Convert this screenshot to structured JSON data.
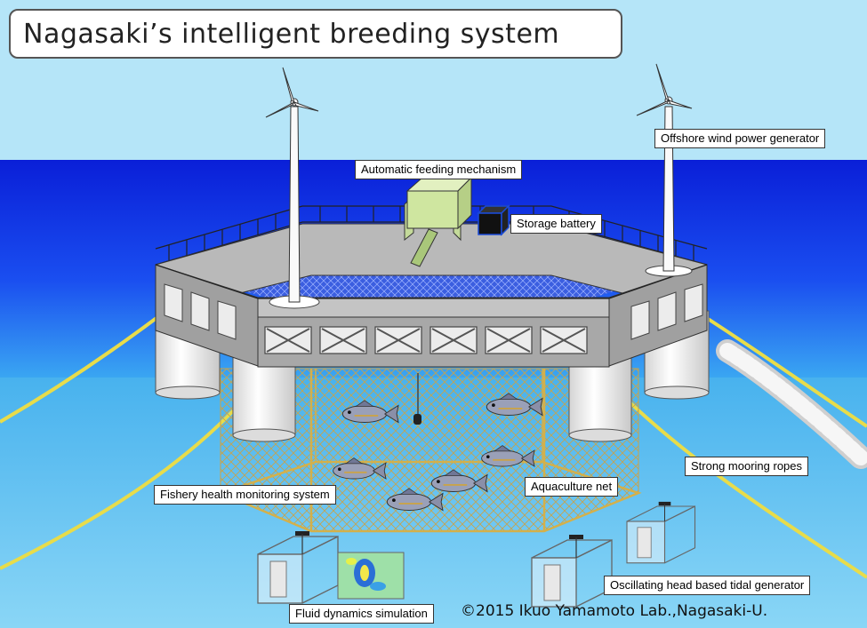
{
  "title": "Nagasaki’s intelligent breeding system",
  "labels": {
    "offshore_wind": "Offshore wind power generator",
    "feeding": "Automatic feeding mechanism",
    "battery": "Storage battery",
    "mooring": "Strong mooring ropes",
    "health_monitoring": "Fishery health monitoring system",
    "aquaculture_net": "Aquaculture net",
    "tidal_generator": "Oscillating head based tidal generator",
    "fluid_sim": "Fluid dynamics simulation"
  },
  "copyright": "©2015 Ikuo Yamamoto Lab.,Nagasaki-U.",
  "colors": {
    "sky": "#b3e4f7",
    "sea_deep": "#0a23e6",
    "water_under": "#6ec8ee",
    "rope": "#e6d84a",
    "platform": "#a8a8a8",
    "float": "#f2f2f2",
    "feeder": "#cfe6a0"
  }
}
